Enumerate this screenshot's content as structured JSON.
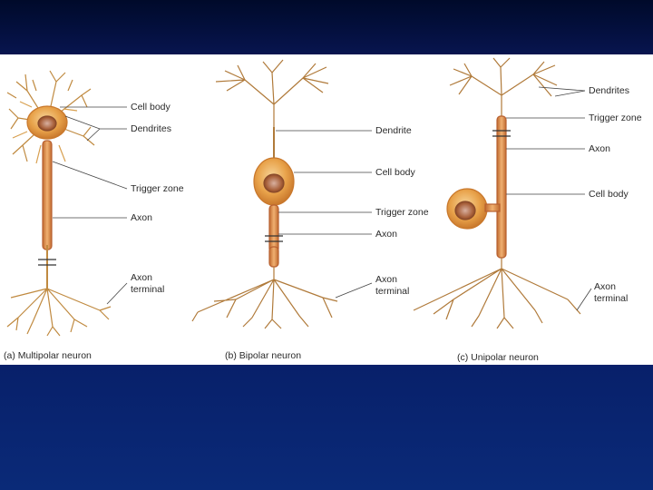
{
  "colors": {
    "top_band": "#041040",
    "bottom_band": "#0a2a78",
    "cell_fill": "#e8a24a",
    "nucleus": "#b0663a",
    "dendrite": "#b07a3a"
  },
  "panels": [
    {
      "caption": "(a) Multipolar neuron",
      "labels": {
        "cell_body": "Cell body",
        "dendrites": "Dendrites",
        "trigger_zone": "Trigger zone",
        "axon": "Axon",
        "axon_terminal_1": "Axon",
        "axon_terminal_2": "terminal"
      }
    },
    {
      "caption": "(b) Bipolar neuron",
      "labels": {
        "dendrite": "Dendrite",
        "cell_body": "Cell body",
        "trigger_zone": "Trigger zone",
        "axon": "Axon",
        "axon_terminal_1": "Axon",
        "axon_terminal_2": "terminal"
      }
    },
    {
      "caption": "(c) Unipolar neuron",
      "labels": {
        "dendrites": "Dendrites",
        "trigger_zone": "Trigger zone",
        "axon": "Axon",
        "cell_body": "Cell body",
        "axon_terminal_1": "Axon",
        "axon_terminal_2": "terminal"
      }
    }
  ]
}
